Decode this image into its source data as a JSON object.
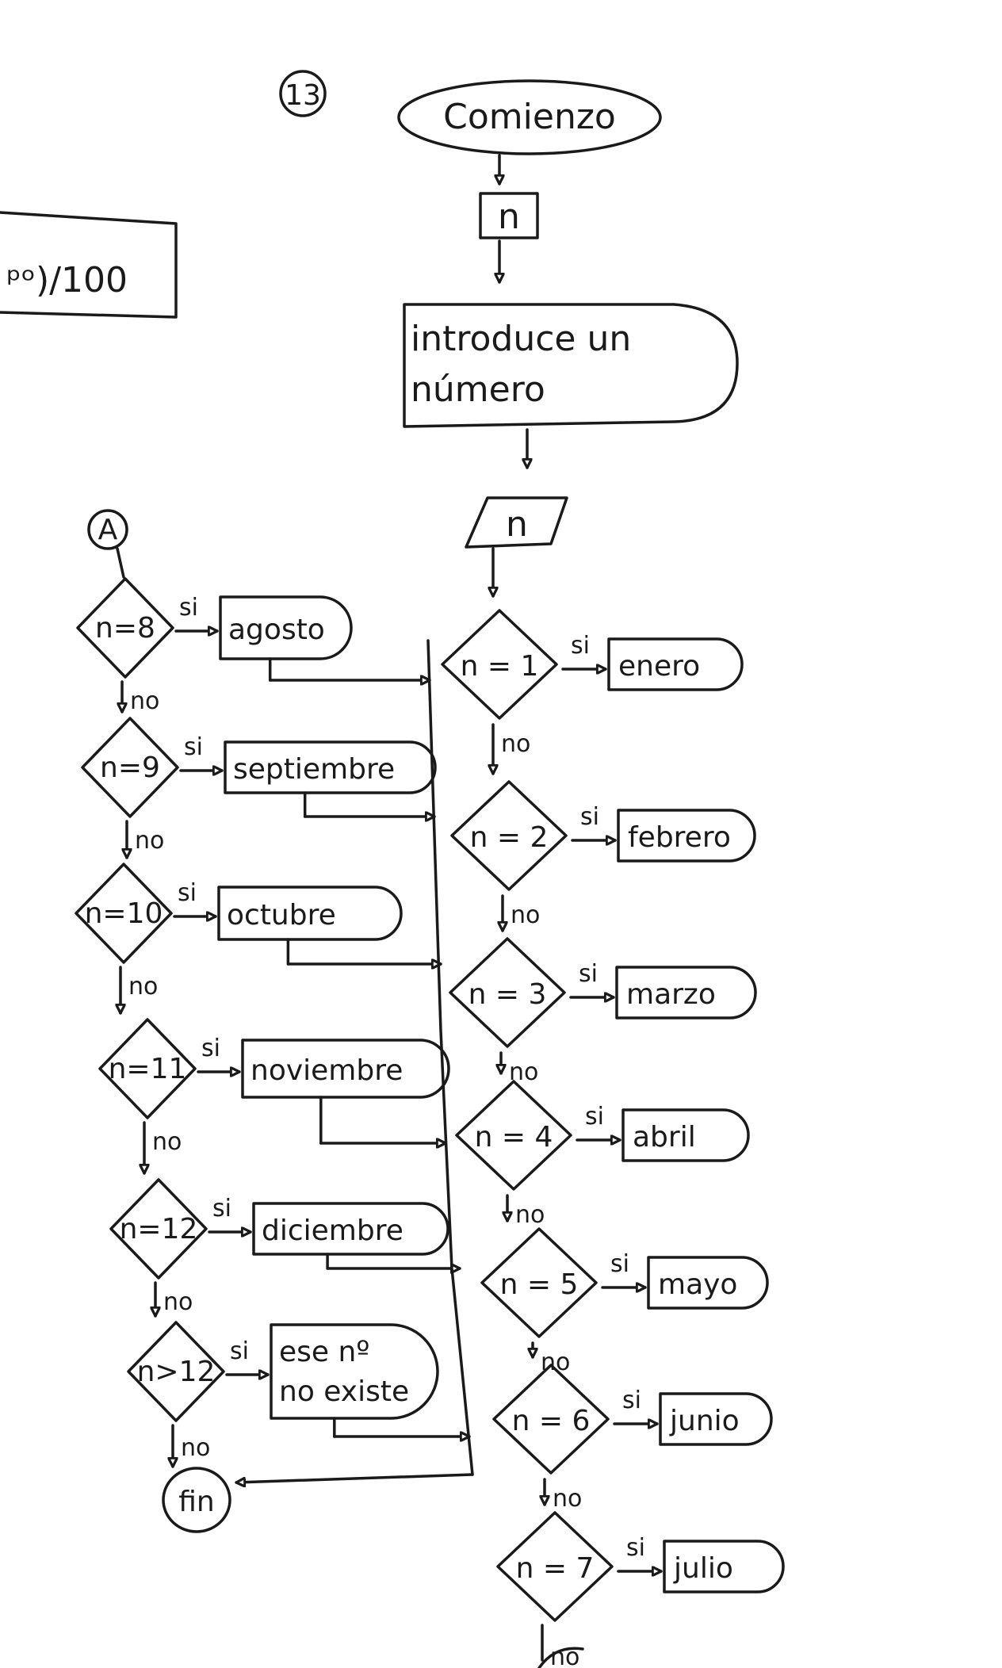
{
  "page_number": "13",
  "fragment_text": "ᵖᵒ)/100",
  "start": "Comienzo",
  "variable": "n",
  "prompt": "introduce un número",
  "input": "n",
  "connector": "A",
  "end": "fin",
  "yes_label": "si",
  "no_label": "no",
  "right_column": [
    {
      "condition": "n = 1",
      "result": "enero"
    },
    {
      "condition": "n = 2",
      "result": "febrero"
    },
    {
      "condition": "n = 3",
      "result": "marzo"
    },
    {
      "condition": "n = 4",
      "result": "abril"
    },
    {
      "condition": "n = 5",
      "result": "mayo"
    },
    {
      "condition": "n = 6",
      "result": "junio"
    },
    {
      "condition": "n = 7",
      "result": "julio"
    }
  ],
  "left_column": [
    {
      "condition": "n=8",
      "result": "agosto"
    },
    {
      "condition": "n=9",
      "result": "septiembre"
    },
    {
      "condition": "n=10",
      "result": "octubre"
    },
    {
      "condition": "n=11",
      "result": "noviembre"
    },
    {
      "condition": "n=12",
      "result": "diciembre"
    },
    {
      "condition": "n>12",
      "result": "ese nº no existe"
    }
  ]
}
